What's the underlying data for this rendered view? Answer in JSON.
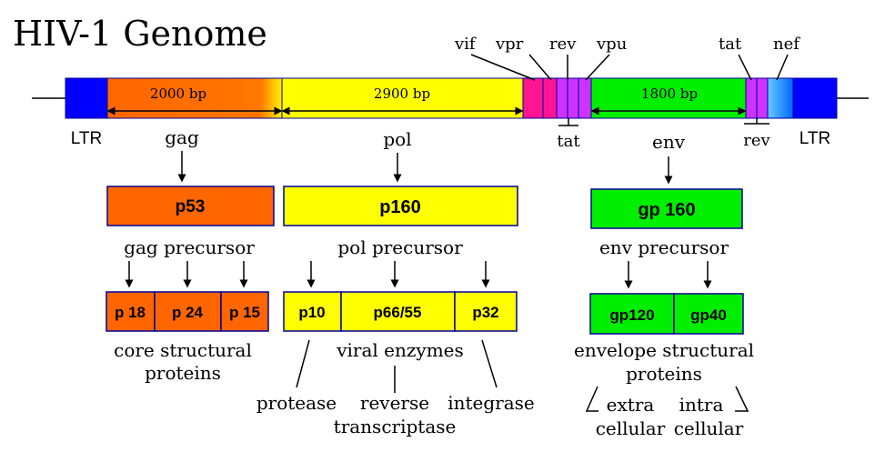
{
  "title": "HIV-1 Genome",
  "genome": {
    "lengths": {
      "gag": "2000 bp",
      "pol": "2900 bp",
      "env": "1800 bp"
    },
    "ltr_left": "LTR",
    "ltr_right": "LTR",
    "gene_labels": {
      "gag": "gag",
      "pol": "pol",
      "env": "env",
      "vif": "vif",
      "vpr": "vpr",
      "rev_top": "rev",
      "vpu": "vpu",
      "tat_top": "tat",
      "nef": "nef",
      "tat_bottom": "tat",
      "rev_bottom": "rev"
    }
  },
  "precursors": {
    "gag": {
      "protein": "p53",
      "label": "gag precursor"
    },
    "pol": {
      "protein": "p160",
      "label": "pol precursor"
    },
    "env": {
      "protein": "gp 160",
      "label": "env precursor"
    }
  },
  "products": {
    "gag": {
      "items": [
        "p 18",
        "p 24",
        "p 15"
      ],
      "label_line1": "core structural",
      "label_line2": "proteins"
    },
    "pol": {
      "items": [
        "p10",
        "p66/55",
        "p32"
      ],
      "label": "viral enzymes",
      "enzymes": {
        "protease": "protease",
        "rt_line1": "reverse",
        "rt_line2": "transcriptase",
        "integrase": "integrase"
      }
    },
    "env": {
      "items": [
        "gp120",
        "gp40"
      ],
      "label_line1": "envelope structural",
      "label_line2": "proteins",
      "extra_line1": "extra",
      "extra_line2": "cellular",
      "intra_line1": "intra",
      "intra_line2": "cellular"
    }
  },
  "colors": {
    "ltr": "#0000ff",
    "gag": "#ff6600",
    "pol": "#ffff00",
    "env": "#00ee00",
    "accessory_pink": "#ff1493",
    "accessory_magenta": "#cc33ff",
    "nef_blue": "#33aaff",
    "border": "#000099"
  }
}
